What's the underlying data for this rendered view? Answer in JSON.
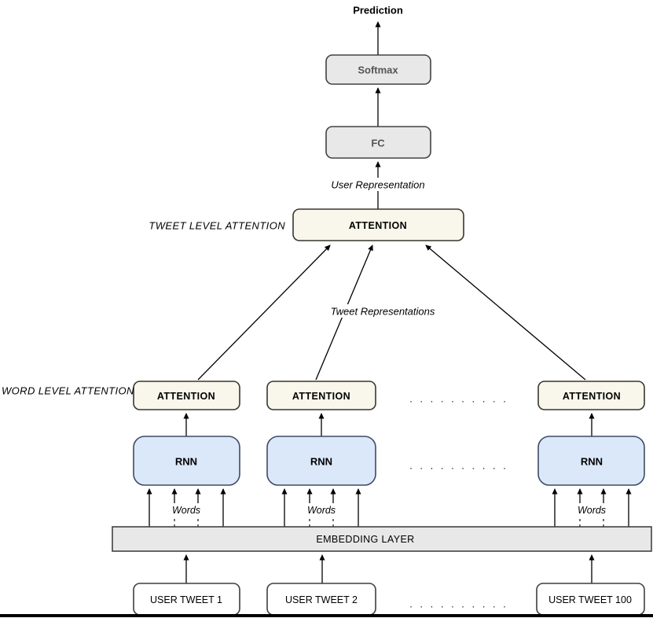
{
  "colors": {
    "background": "#ffffff",
    "node_gray": "#e8e8e8",
    "node_cream": "#f9f7ec",
    "node_blue": "#dbe8fa",
    "node_white": "#ffffff",
    "border_gray": "#424242",
    "border_cream": "#38372e",
    "border_blue": "#3e4a63",
    "border_white": "#3f3f3f",
    "line": "#000000",
    "bottom_bar": "#000000"
  },
  "labels": {
    "prediction": "Prediction",
    "softmax": "Softmax",
    "fc": "FC",
    "user_representation": "User Representation",
    "tweet_level_attention": "TWEET LEVEL ATTENTION",
    "attention": "ATTENTION",
    "tweet_representations": "Tweet Representations",
    "word_level_attention": "WORD LEVEL ATTENTION",
    "rnn": "RNN",
    "words": "Words",
    "embedding_layer": "EMBEDDING LAYER",
    "ellipsis": ". . . . . . . . . ."
  },
  "tweets": [
    "USER TWEET 1",
    "USER TWEET 2",
    "USER TWEET 100"
  ]
}
